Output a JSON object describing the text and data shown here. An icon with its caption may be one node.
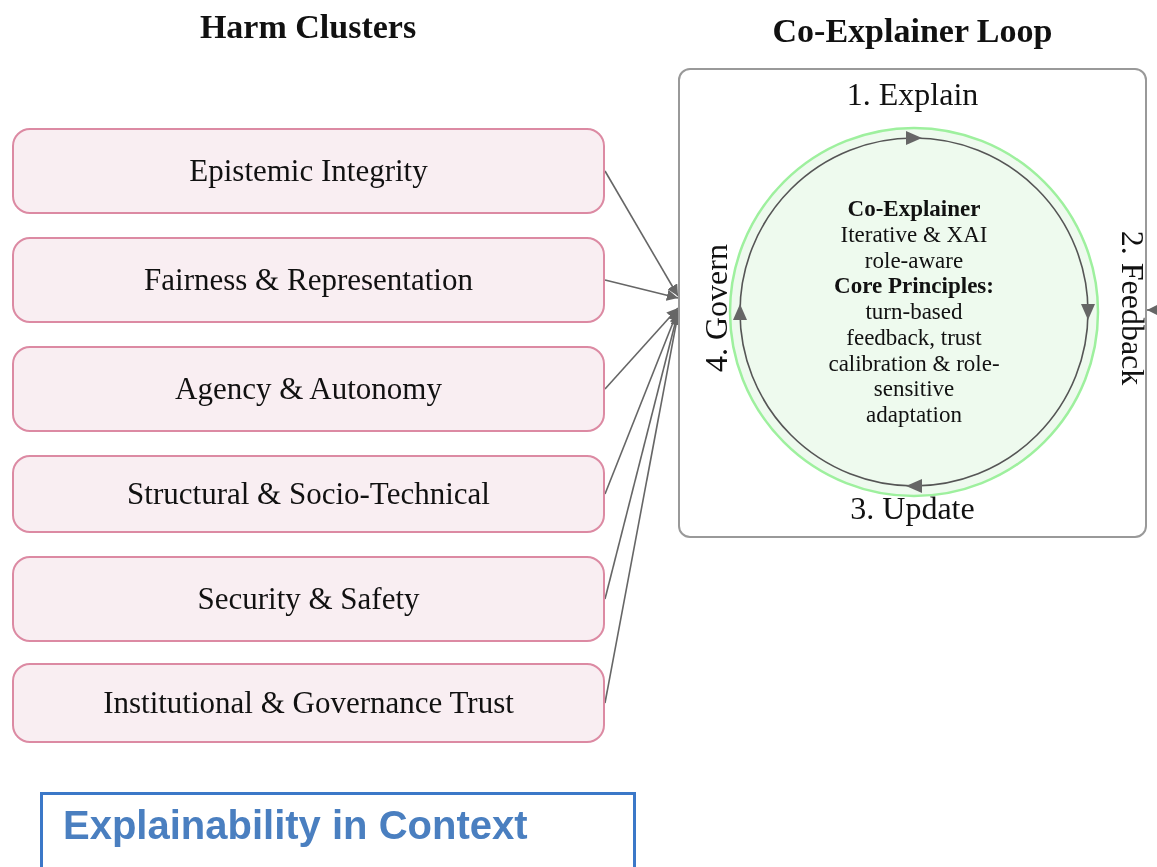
{
  "diagram": {
    "nodes": [
      {
        "text": [
          "Epistemic Integrity"
        ]
      },
      {
        "text": [
          "Fairness & Representation"
        ]
      },
      {
        "text": [
          "Agency & Autonomy"
        ]
      },
      {
        "text": [
          "Structural & Socio-Technical"
        ]
      },
      {
        "text": [
          "Security & Safety"
        ]
      },
      {
        "text": [
          "Institutional & Governance Trust"
        ]
      },
      {
        "text": [
          "Co-Explainer Loop",
          "1. Explain",
          "2. Feedback",
          "3. Update",
          "4. Govern"
        ]
      },
      {
        "text": [
          "Co-Explainer",
          "Iterative & XAI role-aware",
          "Core Principles:",
          "turn-based feedback, trust calibration & role-sensitive adaptation"
        ],
        "in": 6
      },
      {
        "text": [
          "Explainability in Context"
        ]
      }
    ],
    "edges": [
      {
        "from": 0,
        "to": 6,
        "arrow": "to"
      },
      {
        "from": 1,
        "to": 6,
        "arrow": "to"
      },
      {
        "from": 2,
        "to": 6,
        "arrow": "to"
      },
      {
        "from": 3,
        "to": 6,
        "arrow": "to"
      },
      {
        "from": 4,
        "to": 6,
        "arrow": "to"
      },
      {
        "from": 5,
        "to": 6,
        "arrow": "to"
      },
      {
        "from": null,
        "to": 6,
        "arrow": "to"
      }
    ],
    "labels": [
      "Harm Clusters"
    ]
  }
}
